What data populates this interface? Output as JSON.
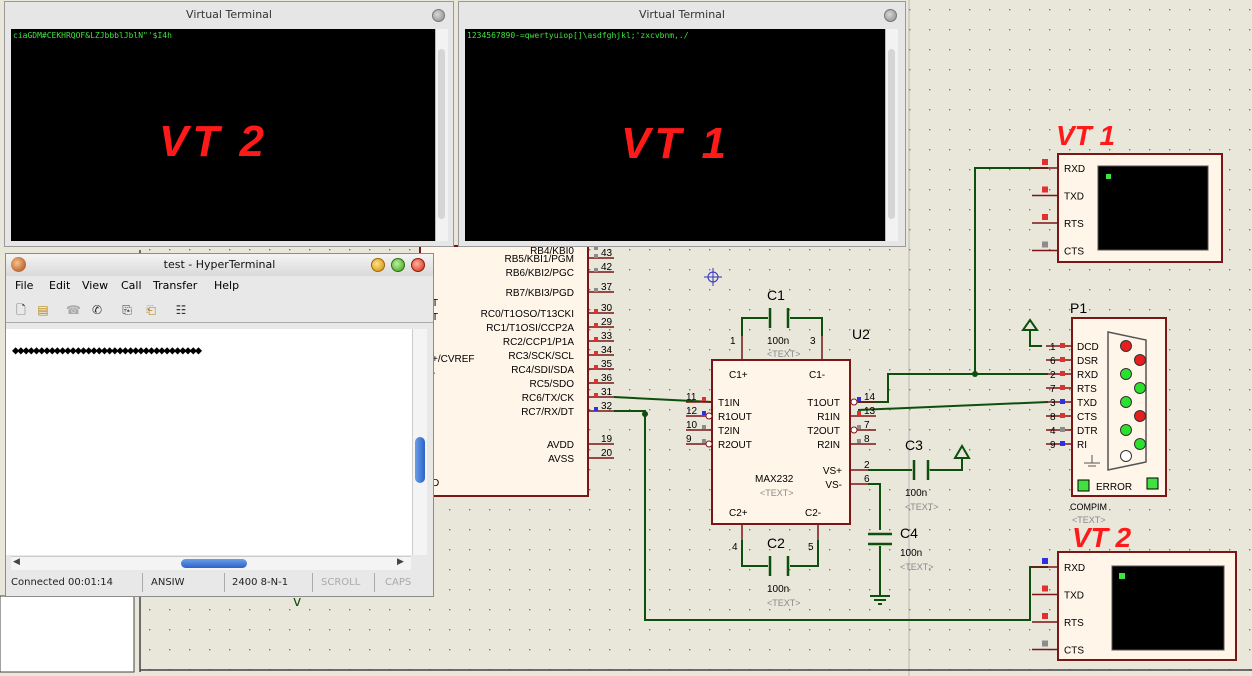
{
  "virtual_terminals": {
    "vt2_window": {
      "title": "Virtual Terminal",
      "content": "ciaGDM#CEKHRQOF&LZJbbblJblN\"'$I4h",
      "overlay": "VT 2"
    },
    "vt1_window": {
      "title": "Virtual Terminal",
      "content": "1234567890-=qwertyuiop[]\\asdfghjkl;'zxcvbnm,./",
      "overlay": "VT 1"
    }
  },
  "hyperterminal": {
    "title": "test - HyperTerminal",
    "menu": [
      "File",
      "Edit",
      "View",
      "Call",
      "Transfer",
      "Help"
    ],
    "screen_text": "◆◆◆◆◆◆◆◆◆◆◆◆◆◆◆◆◆◆◆◆◆◆◆◆◆◆◆◆◆◆◆◆◆◆◆◆",
    "status": {
      "connected": "Connected 00:01:14",
      "emulation": "ANSIW",
      "settings": "2400 8-N-1",
      "scroll": "SCROLL",
      "caps": "CAPS"
    }
  },
  "schematic": {
    "pic_pins": [
      {
        "label": "RB4/KBI0",
        "num": "",
        "color": "#8c8c8c"
      },
      {
        "label": "RB5/KBI1/PGM",
        "num": "43",
        "color": "#8c8c8c"
      },
      {
        "label": "RB6/KBI2/PGC",
        "num": "42",
        "color": "#8c8c8c"
      },
      {
        "label": "RB7/KBI3/PGD",
        "num": "37",
        "color": "#8c8c8c"
      },
      {
        "label": "RC0/T1OSO/T13CKI",
        "num": "30",
        "color": "#e03030"
      },
      {
        "label": "RC1/T1OSI/CCP2A",
        "num": "29",
        "color": "#e03030"
      },
      {
        "label": "RC2/CCP1/P1A",
        "num": "33",
        "color": "#e03030"
      },
      {
        "label": "RC3/SCK/SCL",
        "num": "34",
        "color": "#e03030"
      },
      {
        "label": "RC4/SDI/SDA",
        "num": "35",
        "color": "#e03030"
      },
      {
        "label": "RC5/SDO",
        "num": "36",
        "color": "#e03030"
      },
      {
        "label": "RC6/TX/CK",
        "num": "31",
        "color": "#e03030"
      },
      {
        "label": "RC7/RX/DT",
        "num": "32",
        "color": "#3030e0"
      },
      {
        "label": "AVDD",
        "num": "19",
        "color": ""
      },
      {
        "label": "AVSS",
        "num": "20",
        "color": ""
      }
    ],
    "pic_left_fragments": [
      "T",
      "T",
      "+/CVREF",
      "-",
      "D"
    ],
    "max232": {
      "ref": "U2",
      "name": "MAX232",
      "placeholder": "<TEXT>",
      "left_pins": [
        {
          "label": "T1IN",
          "num": "11"
        },
        {
          "label": "R1OUT",
          "num": "12"
        },
        {
          "label": "T2IN",
          "num": "10"
        },
        {
          "label": "R2OUT",
          "num": "9"
        }
      ],
      "right_pins": [
        {
          "label": "T1OUT",
          "num": "14"
        },
        {
          "label": "R1IN",
          "num": "13"
        },
        {
          "label": "T2OUT",
          "num": "7"
        },
        {
          "label": "R2IN",
          "num": "8"
        }
      ],
      "top_labels": [
        "C1+",
        "C1-"
      ],
      "top_nums": [
        "1",
        "3"
      ],
      "bottom_labels": [
        "C2+",
        "C2-"
      ],
      "bottom_nums": [
        "4",
        "5"
      ],
      "vs_labels": [
        "VS+",
        "VS-"
      ],
      "vs_nums": [
        "2",
        "6"
      ]
    },
    "capacitors": [
      {
        "ref": "C1",
        "value": "100n",
        "text": "<TEXT>"
      },
      {
        "ref": "C2",
        "value": "100n",
        "text": "<TEXT>"
      },
      {
        "ref": "C3",
        "value": "100n",
        "text": "<TEXT>"
      },
      {
        "ref": "C4",
        "value": "100n",
        "text": "<TEXT>"
      }
    ],
    "vt1_block": {
      "label": "VT 1",
      "pins": [
        "RXD",
        "TXD",
        "RTS",
        "CTS"
      ]
    },
    "vt2_block": {
      "label": "VT 2",
      "pins": [
        "RXD",
        "TXD",
        "RTS",
        "CTS"
      ]
    },
    "compim": {
      "ref": "P1",
      "name": "COMPIM",
      "text": "<TEXT>",
      "error": "ERROR",
      "pins": [
        {
          "label": "DCD",
          "num": "1"
        },
        {
          "label": "DSR",
          "num": "6"
        },
        {
          "label": "RXD",
          "num": "2"
        },
        {
          "label": "RTS",
          "num": "7"
        },
        {
          "label": "TXD",
          "num": "3"
        },
        {
          "label": "CTS",
          "num": "8"
        },
        {
          "label": "DTR",
          "num": "4"
        },
        {
          "label": "RI",
          "num": "9"
        }
      ]
    }
  }
}
